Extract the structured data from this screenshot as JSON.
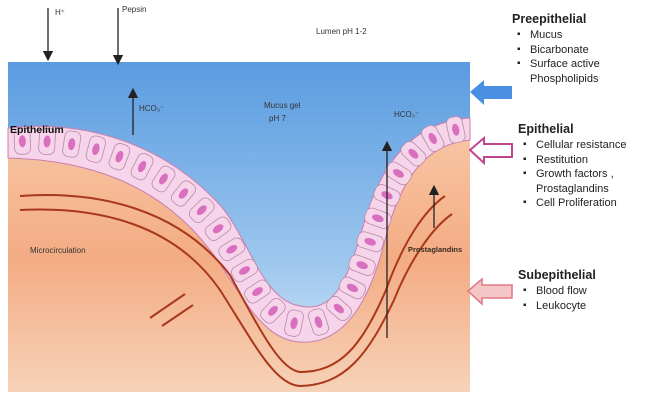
{
  "top_labels": {
    "h_plus": "H⁺",
    "pepsin": "Pepsin",
    "lumen_ph": "Lumen pH 1-2"
  },
  "mucus": {
    "label": "Mucus gel",
    "ph": "pH 7"
  },
  "hco3_left": "HCO₃⁻",
  "hco3_right": "HCO₃⁻",
  "epithelium_label": "Epithelium",
  "microcirculation_label": "Microcirculation",
  "prostaglandins_label": "Prostaglandins",
  "panels": {
    "preepithelial": {
      "title": "Preepithelial",
      "items": [
        "Mucus",
        "Bicarbonate",
        "Surface active",
        "Phospholipids"
      ]
    },
    "epithelial": {
      "title": "Epithelial",
      "items": [
        "Cellular resistance",
        "Restitution",
        "Growth factors ,",
        "Prostaglandins",
        "Cell Proliferation"
      ]
    },
    "subepithelial": {
      "title": "Subepithelial",
      "items": [
        "Blood flow",
        "Leukocyte"
      ]
    }
  },
  "colors": {
    "lumen_blue": "#5c9fde",
    "tissue_orange": "#f0a47c",
    "cell_pink": "#f6d4ea",
    "nucleus_magenta": "#d86fbf",
    "vessel_red": "#a9381c",
    "arrow_blue": "#4a90e2",
    "arrow_magenta": "#c0458f",
    "arrow_pink": "#e88a96"
  }
}
